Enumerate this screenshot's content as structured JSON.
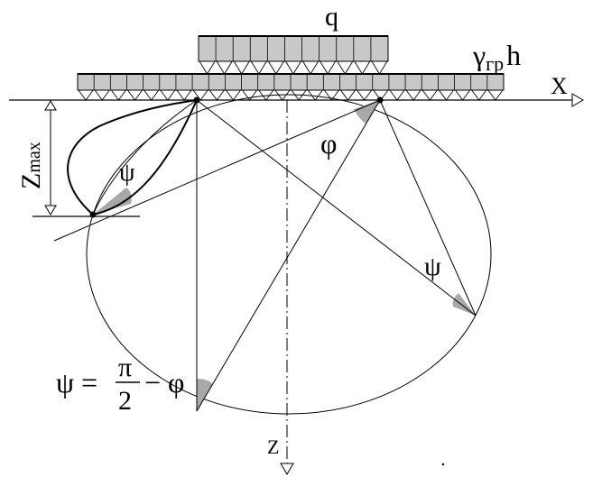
{
  "labels": {
    "q": "q",
    "gamma": "γ",
    "gamma_sub": "гр",
    "h": "h",
    "x_axis": "X",
    "z_axis": "Z",
    "z_max_main": "Z",
    "z_max_sub": "max",
    "psi_small": "ψ",
    "phi": "φ",
    "psi_right": "ψ",
    "psi_formula": "ψ =",
    "pi": "π",
    "two": "2",
    "minus_phi": "− φ"
  },
  "strip_load_q": {
    "count": 11
  },
  "distributed_load_gamma_h": {
    "count": 26
  },
  "colors": {
    "load_fill": "#c8c8c8",
    "angle_fill": "#a8a8a8",
    "line": "#000000"
  }
}
